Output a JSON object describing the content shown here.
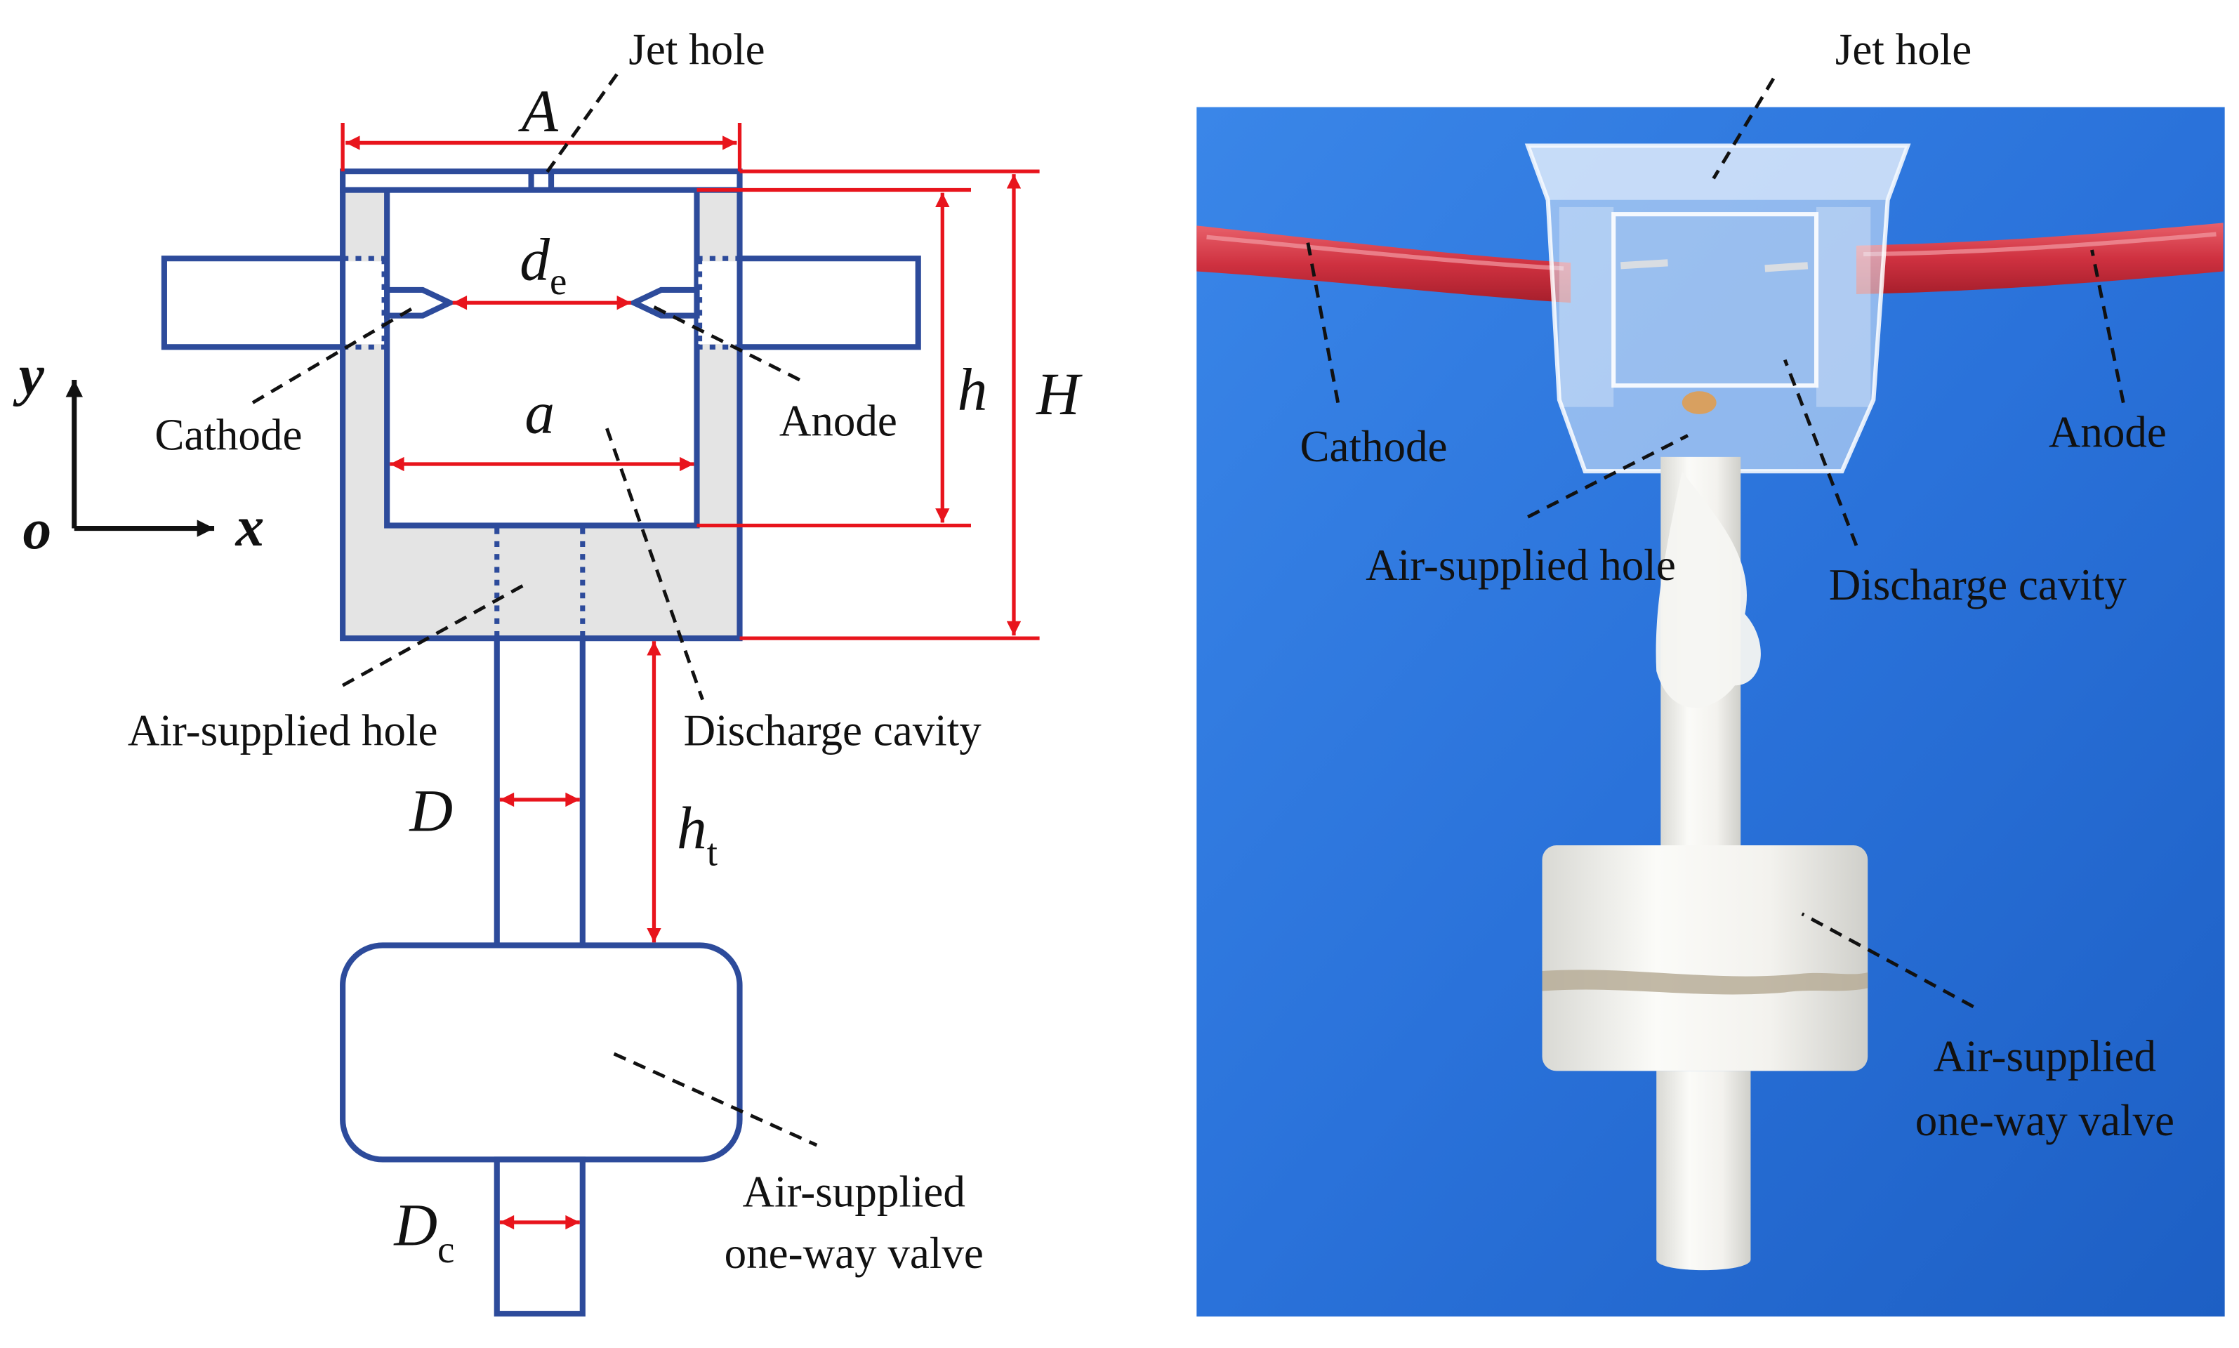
{
  "schematic": {
    "jet_hole": "Jet hole",
    "dim_A": "A",
    "dim_de": {
      "main": "d",
      "sub": "e"
    },
    "cathode": "Cathode",
    "anode": "Anode",
    "dim_a": "a",
    "dim_h": "h",
    "dim_H": "H",
    "axis": {
      "y": "y",
      "o": "o",
      "x": "x"
    },
    "air_supplied_hole": "Air-supplied hole",
    "discharge_cavity": "Discharge cavity",
    "dim_D": "D",
    "dim_ht": {
      "main": "h",
      "sub": "t"
    },
    "dim_Dc": {
      "main": "D",
      "sub": "c"
    },
    "valve": {
      "line1": "Air-supplied",
      "line2": "one-way valve"
    }
  },
  "photo": {
    "jet_hole": "Jet hole",
    "cathode": "Cathode",
    "anode": "Anode",
    "air_supplied_hole": "Air-supplied hole",
    "discharge_cavity": "Discharge cavity",
    "valve": {
      "line1": "Air-supplied",
      "line2": "one-way valve"
    }
  },
  "colors": {
    "outline": "#2d4b9b",
    "dimension": "#e8141c",
    "body_fill": "#e4e4e4",
    "leader": "#111111",
    "photo_bg": "#2a74dc"
  }
}
